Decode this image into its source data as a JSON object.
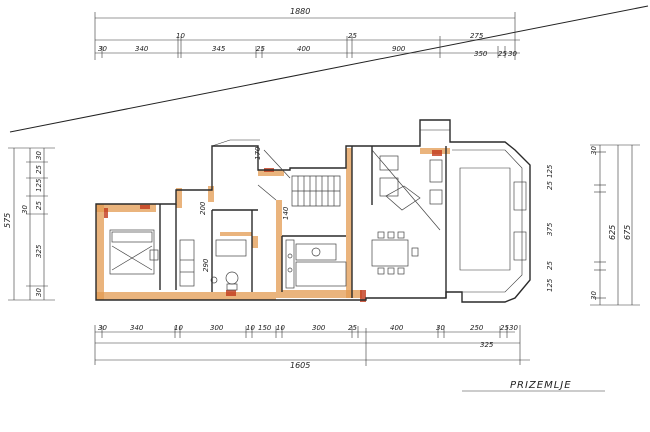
{
  "drawing": {
    "title": "PRIZEMLJE",
    "top_dims": {
      "total": "1880",
      "segments": [
        "30",
        "340",
        "10",
        "345",
        "25",
        "400",
        "25",
        "900",
        "275",
        "350",
        "25",
        "30"
      ]
    },
    "bottom_dims": {
      "total": "1605",
      "sub_total": "325",
      "segments": [
        "30",
        "340",
        "10",
        "300",
        "10",
        "150",
        "10",
        "300",
        "25",
        "400",
        "30",
        "250",
        "25",
        "30"
      ]
    },
    "left_dims": {
      "total": "575",
      "segments": [
        "30",
        "25",
        "125",
        "25",
        "30",
        "325",
        "30"
      ]
    },
    "right_dims": {
      "total": "675",
      "sub_total": "625",
      "segments": [
        "30",
        "125",
        "25",
        "375",
        "25",
        "125",
        "30"
      ]
    },
    "room_dims": [
      "200",
      "290",
      "140",
      "170"
    ]
  },
  "colors": {
    "wall_fill": "#e39b52",
    "wall_accent": "#c23a1c",
    "line": "#2a2a2a"
  }
}
